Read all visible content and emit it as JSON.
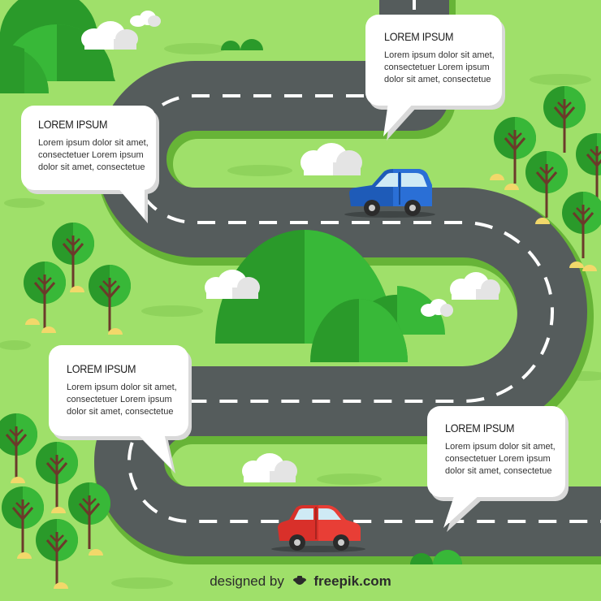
{
  "bubbles": [
    {
      "title": "LOREM IPSUM",
      "lines": [
        "Lorem ipsum dolor sit amet,",
        "consectetuer Lorem ipsum",
        "dolor sit amet, consectetue"
      ]
    },
    {
      "title": "LOREM IPSUM",
      "lines": [
        "Lorem ipsum dolor sit amet,",
        "consectetuer Lorem ipsum",
        "dolor sit amet, consectetue"
      ]
    },
    {
      "title": "LOREM IPSUM",
      "lines": [
        "Lorem ipsum dolor sit amet,",
        "consectetuer Lorem ipsum",
        "dolor sit amet, consectetue"
      ]
    },
    {
      "title": "LOREM IPSUM",
      "lines": [
        "Lorem ipsum dolor sit amet,",
        "consectetuer Lorem ipsum",
        "dolor sit amet, consectetue"
      ]
    }
  ],
  "footer": {
    "prefix": "designed by",
    "brand": "freepik.com"
  },
  "colors": {
    "grass": "#9fe06a",
    "road": "#555c5c",
    "road_edge": "#67b437",
    "lane_marking": "#ffffff",
    "bush_dark": "#2a9a2a",
    "bush_light": "#38b838",
    "tree_trunk": "#6b3a2a",
    "car_blue": "#1e5bb8",
    "car_red": "#d9302a"
  },
  "icons": [
    "blue-car-icon",
    "red-car-icon",
    "tree-icon",
    "bush-icon",
    "cloud-icon",
    "freepik-logo-icon"
  ]
}
